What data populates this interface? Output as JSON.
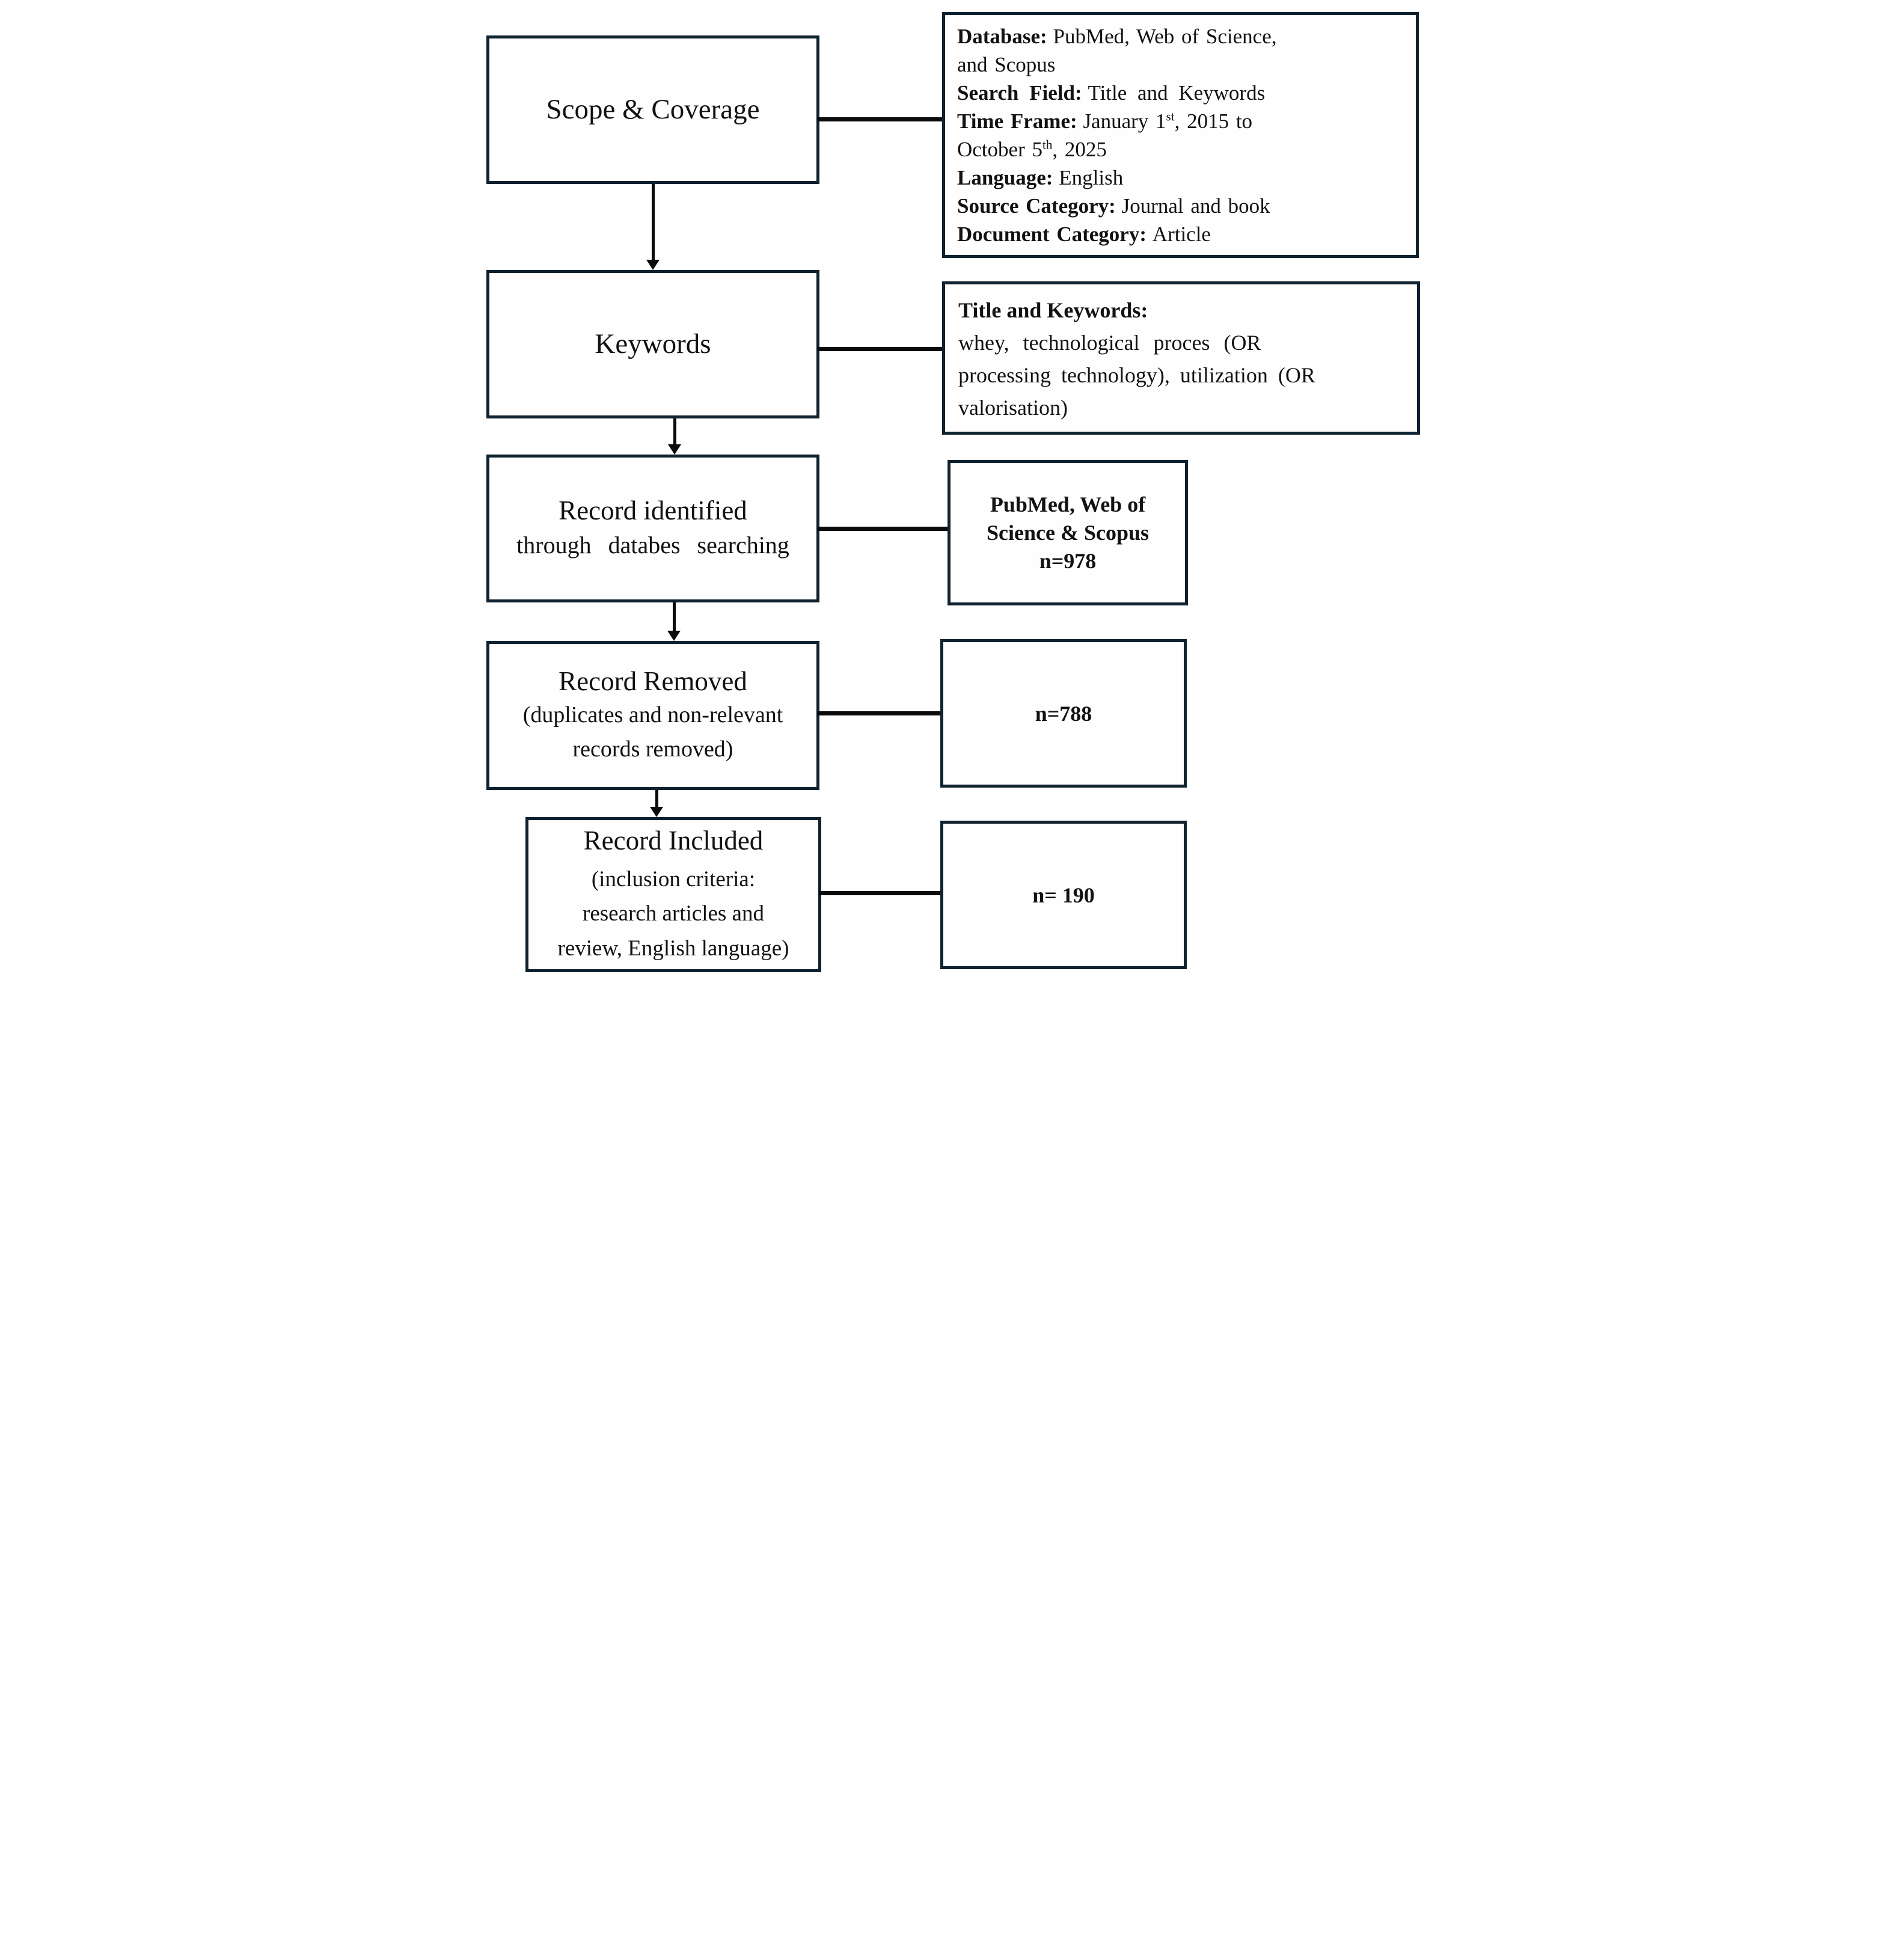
{
  "diagram": {
    "colors": {
      "box_border": "#0f2230",
      "connector": "#0b0b0b",
      "box_fill": "#fffeff"
    },
    "left_boxes": [
      {
        "title": "Scope & Coverage"
      },
      {
        "title": "Keywords"
      },
      {
        "title": "Record identified",
        "subtitle": "through databes searching"
      },
      {
        "title": "Record Removed",
        "sub1": "(duplicates and non-relevant",
        "sub2": "records removed)"
      },
      {
        "title": "Record Included",
        "sub1": "(inclusion criteria:",
        "sub2": "research articles and",
        "sub3": "review, English language)"
      }
    ],
    "scope_details": {
      "l1_label": "Database:",
      "l1_rest": "PubMed, Web of Science,",
      "l2": "and Scopus",
      "l3_label": "Search Field:",
      "l3_rest": "Title and Keywords",
      "l4_label": "Time Frame:",
      "l4_pre": "January 1",
      "l4_sup": "st",
      "l4_post": ", 2015 to",
      "l5_pre": "October 5",
      "l5_sup": "th",
      "l5_post": ", 2025",
      "l6_label": "Language:",
      "l6_rest": "English",
      "l7_label": "Source Category:",
      "l7_rest": "Journal and book",
      "l8_label": "Document Category:",
      "l8_rest": "Article"
    },
    "keyword_details": {
      "heading": "Title and Keywords:",
      "line1": "whey, technological proces (OR",
      "line2": "processing technology), utilization (OR",
      "line3": "valorisation)"
    },
    "identified_details": {
      "line1": "PubMed, Web of",
      "line2": "Science & Scopus",
      "count": "n=978"
    },
    "removed_details": {
      "count": "n=788"
    },
    "included_details": {
      "count": "n= 190"
    }
  }
}
